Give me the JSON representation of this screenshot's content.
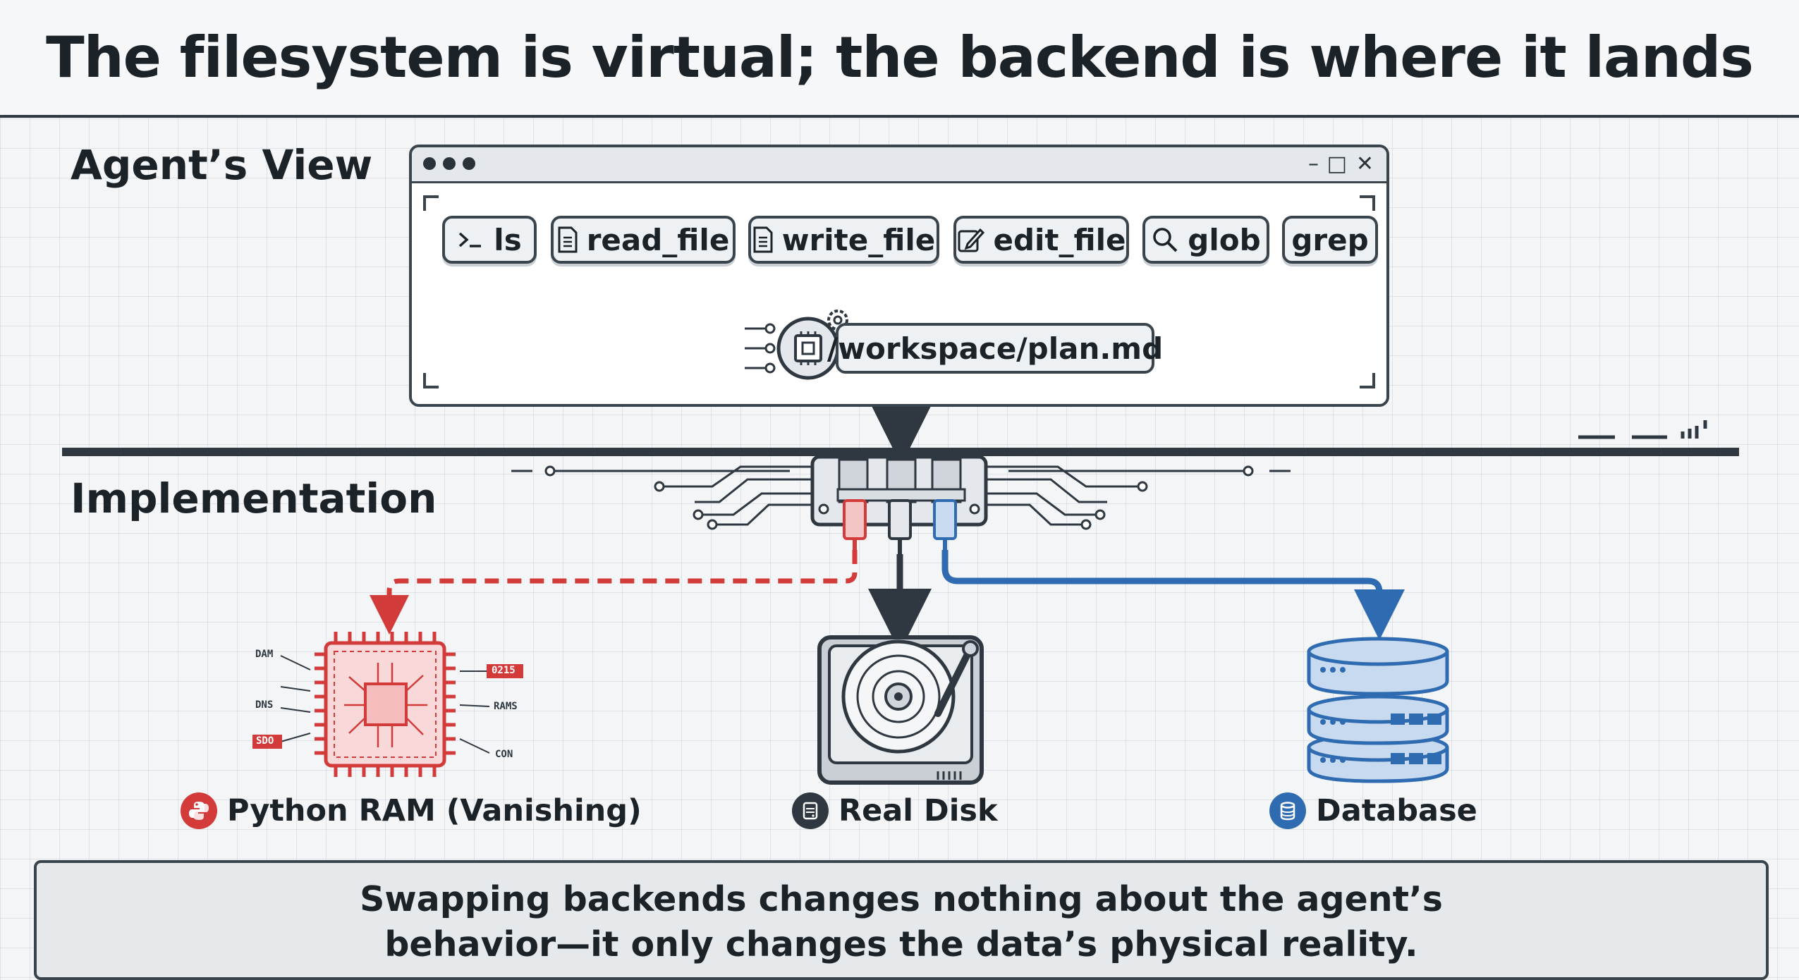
{
  "title": "The filesystem is virtual; the backend is where it lands",
  "sections": {
    "agents_view": "Agent’s View",
    "implementation": "Implementation"
  },
  "window": {
    "controls": [
      "–",
      "□",
      "✕"
    ]
  },
  "tools": [
    {
      "label": "ls",
      "icon": "terminal-icon"
    },
    {
      "label": "read_file",
      "icon": "document-icon"
    },
    {
      "label": "write_file",
      "icon": "document-icon"
    },
    {
      "label": "edit_file",
      "icon": "edit-icon"
    },
    {
      "label": "glob",
      "icon": "search-icon"
    },
    {
      "label": "grep",
      "icon": ""
    }
  ],
  "path": "/workspace/plan.md",
  "backends": [
    {
      "label": "Python RAM (Vanishing)",
      "icon": "python-icon",
      "color": "#d33a3a"
    },
    {
      "label": "Real Disk",
      "icon": "disk-icon",
      "color": "#2f3840"
    },
    {
      "label": "Database",
      "icon": "database-icon",
      "color": "#2e6bb0"
    }
  ],
  "chip_labels": [
    "DAM",
    "DNS",
    "SDO",
    "0215",
    "RAMS",
    "CON"
  ],
  "footer": {
    "line1": "Swapping backends changes nothing about the agent’s",
    "line2": "behavior—it only changes the data’s physical reality."
  },
  "colors": {
    "ram": "#d33a3a",
    "disk": "#2f3840",
    "database": "#2e6bb0",
    "outline": "#3a444d"
  }
}
